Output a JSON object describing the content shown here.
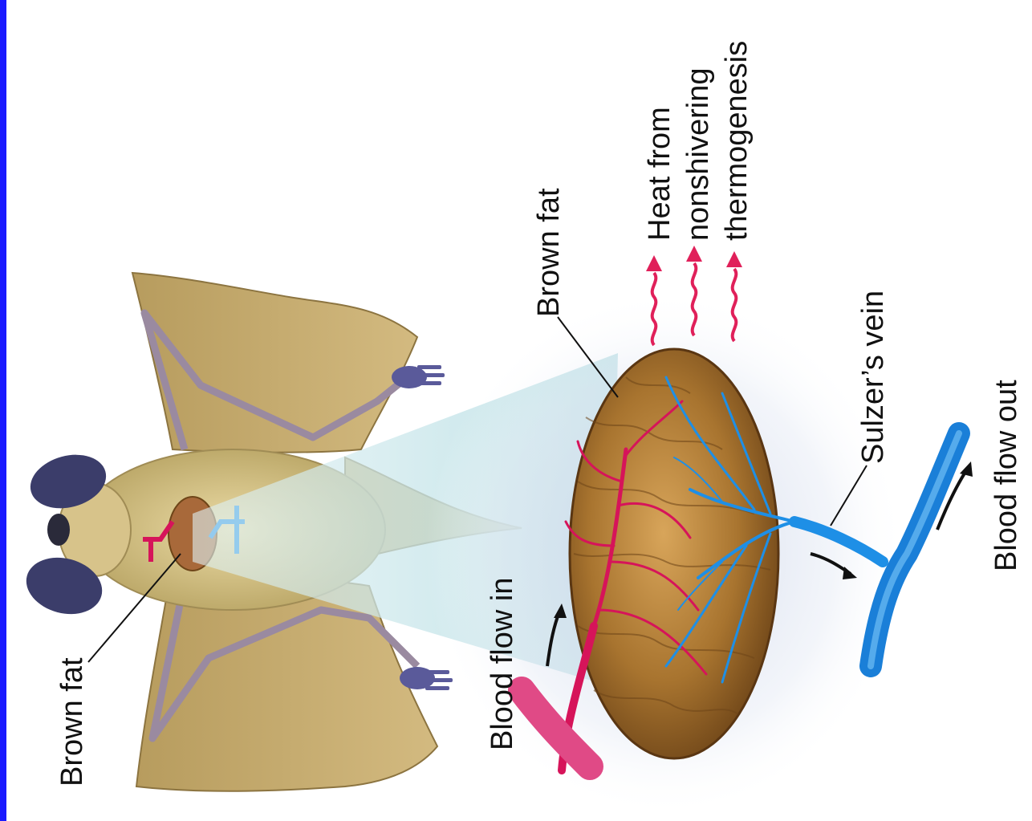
{
  "labels": {
    "bat_brown_fat": "Brown fat",
    "detail_brown_fat": "Brown fat",
    "heat_line1": "Heat from",
    "heat_line2": "nonshivering",
    "heat_line3": "thermogenesis",
    "sulzers_vein": "Sulzer’s vein",
    "blood_in": "Blood flow in",
    "blood_out": "Blood flow out"
  },
  "colors": {
    "edge_bar": "#1a1aff",
    "artery": "#d6145a",
    "vein": "#1e8fe6",
    "brown_fat": "#a8742f",
    "bat_fur": "#d8c58a",
    "bat_wing": "#c2a86a",
    "ear": "#3b3d6a",
    "heat_arrows": "#e0205a",
    "magnifier": "#bfe3e8"
  }
}
